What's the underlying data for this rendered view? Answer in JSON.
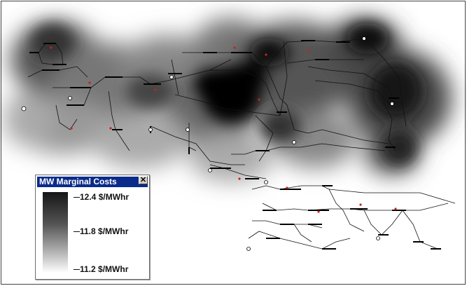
{
  "legend": {
    "title": "MW Marginal Costs",
    "close_icon": "close-icon",
    "labels": {
      "max": "12.4 $/MWhr",
      "mid": "11.8 $/MWhr",
      "min": "11.2 $/MWhr"
    },
    "gradient_colors": [
      "#151515",
      "#ffffff"
    ]
  },
  "colors": {
    "background": "#ffffff",
    "network_line": "#111111",
    "bus_marker_red": "#cc1f1f",
    "contour_dark": "#000000"
  }
}
